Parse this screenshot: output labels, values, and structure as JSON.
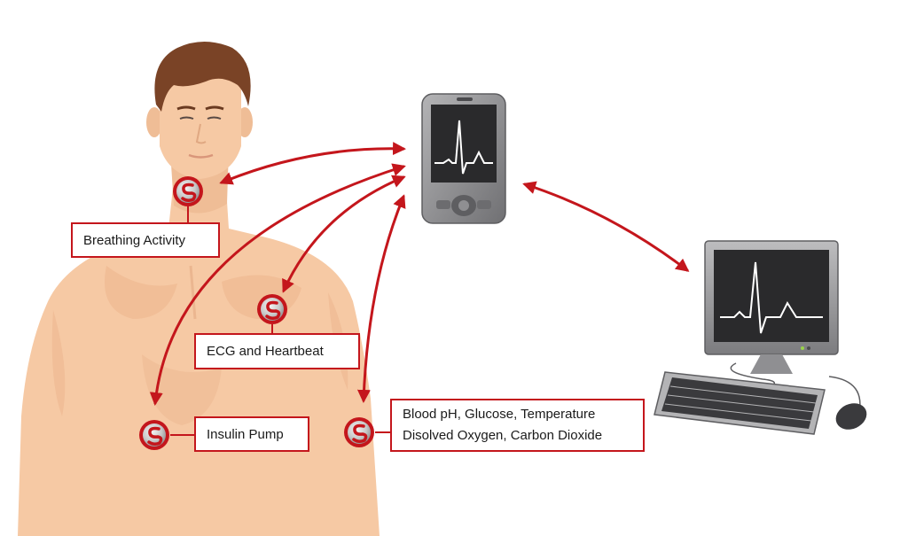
{
  "labels": {
    "breathing": "Breathing Activity",
    "ecg": "ECG and Heartbeat",
    "insulin": "Insulin Pump",
    "blood_line1": "Blood pH, Glucose, Temperature",
    "blood_line2": "Disolved Oxygen, Carbon Dioxide"
  },
  "sensors": [
    {
      "id": "throat",
      "icon": "sensor-icon"
    },
    {
      "id": "chest",
      "icon": "sensor-icon"
    },
    {
      "id": "abdomen",
      "icon": "sensor-icon"
    },
    {
      "id": "arm",
      "icon": "sensor-icon"
    }
  ],
  "devices": {
    "handheld": "handheld-monitor-icon",
    "computer": "desktop-computer-icon"
  },
  "colors": {
    "accent": "#c4161c",
    "skin": "#f6c9a4",
    "hair": "#7a4326",
    "device_body": "#8f8f92",
    "screen": "#2a2a2c"
  }
}
